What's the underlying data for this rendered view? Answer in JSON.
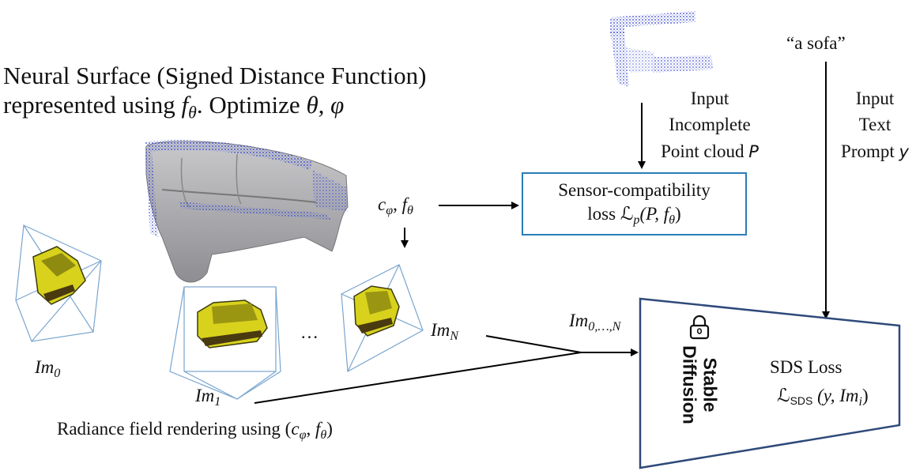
{
  "title": {
    "line1": "Neural Surface (Signed Distance Function)",
    "line2_prefix": "represented using ",
    "line2_f": "f",
    "line2_theta": "θ",
    "line2_suffix": ". Optimize ",
    "line2_vars": "θ, φ"
  },
  "prompt_quote": "“a sofa”",
  "input_pointcloud": {
    "line1": "Input",
    "line2": "Incomplete",
    "line3_prefix": "Point cloud ",
    "line3_var": "P"
  },
  "input_text": {
    "line1": "Input",
    "line2": "Text",
    "line3_prefix": "Prompt ",
    "line3_var": "y"
  },
  "sensor_box": {
    "line1": "Sensor-compatibility",
    "line2_prefix": "loss ",
    "line2_L": "ℒ",
    "line2_sub": "p",
    "line2_args": "(P, f",
    "line2_theta": "θ",
    "line2_close": ")"
  },
  "cam_params": {
    "c": "c",
    "phi": "φ",
    "sep": ", ",
    "f": "f",
    "theta": "θ"
  },
  "im0": {
    "base": "Im",
    "sub": "0"
  },
  "im1": {
    "base": "Im",
    "sub": "1"
  },
  "imN": {
    "base": "Im",
    "sub": "N"
  },
  "im_all": {
    "base": "Im",
    "sub": "0,…,N"
  },
  "ellipsis": "…",
  "radiance": {
    "prefix": "Radiance field rendering using (",
    "c": "c",
    "phi": "φ",
    "sep": ", ",
    "f": "f",
    "theta": "θ",
    "close": ")"
  },
  "stable_diffusion": {
    "line1": "Stable",
    "line2": "Diffusion"
  },
  "sds": {
    "title": "SDS Loss",
    "L": "ℒ",
    "sub": "SDS",
    "args": " (y, Im",
    "args_sub": "i",
    "close": ")"
  },
  "colors": {
    "box_border": "#2a7db8",
    "trapezoid": "#2f4a7a",
    "camera": "#7aa5cf",
    "sofa_yellow": "#d8d21c",
    "sofa_gray": "#a9a9ad",
    "points": "#2a3cc8"
  }
}
